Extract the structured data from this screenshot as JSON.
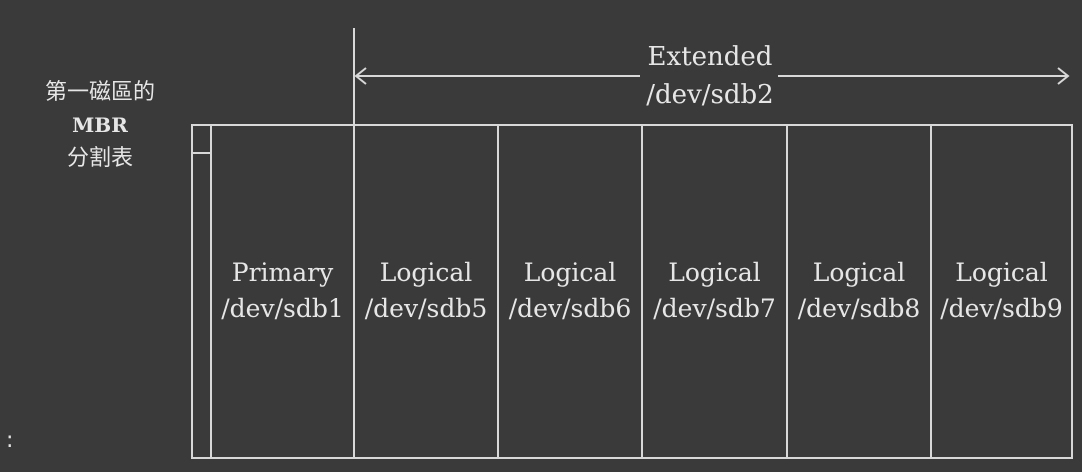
{
  "mbr": {
    "line1": "第一磁區的",
    "line2": "MBR",
    "line3": "分割表"
  },
  "extended": {
    "title": "Extended",
    "device": "/dev/sdb2"
  },
  "partitions": [
    {
      "type": "Primary",
      "device": "/dev/sdb1"
    },
    {
      "type": "Logical",
      "device": "/dev/sdb5"
    },
    {
      "type": "Logical",
      "device": "/dev/sdb6"
    },
    {
      "type": "Logical",
      "device": "/dev/sdb7"
    },
    {
      "type": "Logical",
      "device": "/dev/sdb8"
    },
    {
      "type": "Logical",
      "device": "/dev/sdb9"
    }
  ],
  "edge_mark": ":",
  "colors": {
    "background": "#3a3a3a",
    "line": "#d8d8d8",
    "text": "#e6e6e6"
  }
}
